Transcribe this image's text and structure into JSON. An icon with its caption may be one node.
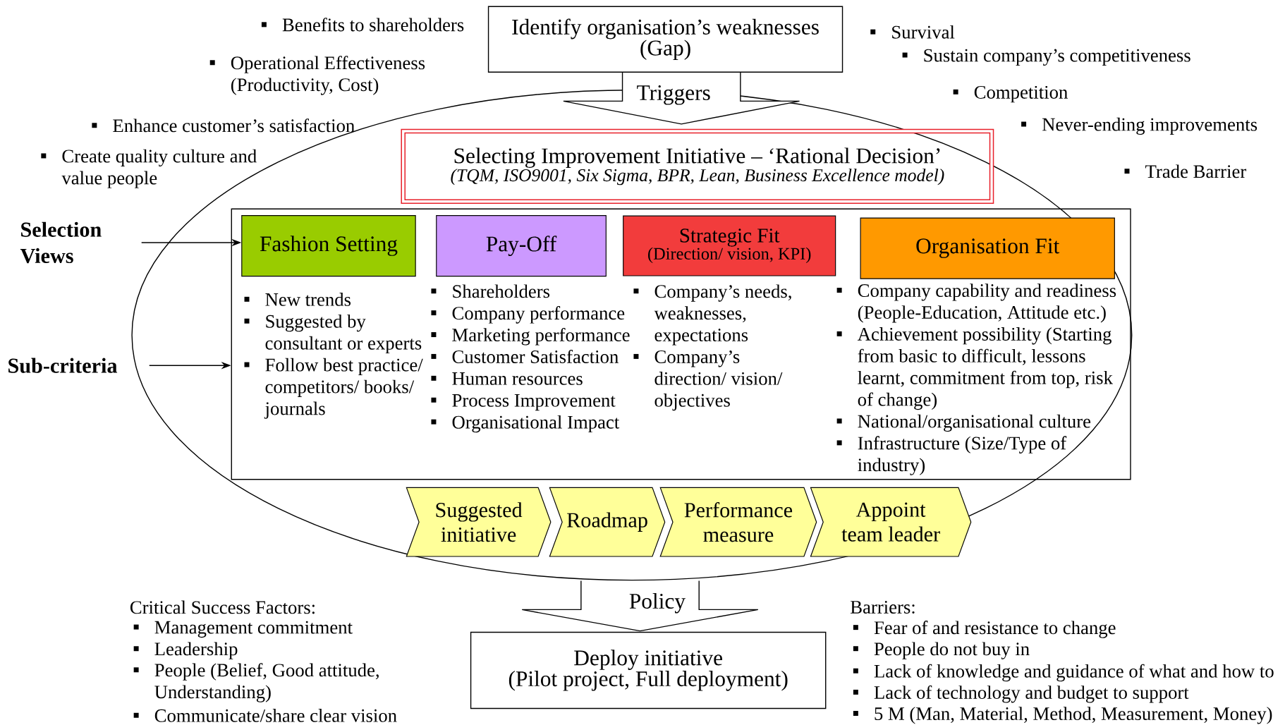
{
  "diagram": {
    "nodes": [
      {
        "text": [
          "Identify organisation’s weaknesses",
          "(Gap)"
        ]
      },
      {
        "text": [],
        "shape": "ellipse"
      },
      {
        "text": [
          "Selecting Improvement Initiative – ‘Rational Decision’",
          "(TQM, ISO9001, Six Sigma, BPR, Lean, Business Excellence model)"
        ],
        "in": 1
      },
      {
        "text": [],
        "shape": "box",
        "in": 1
      },
      {
        "text": [
          "Fashion Setting"
        ],
        "in": 3,
        "beside": [
          "New trends",
          "Suggested by consultant or experts",
          "Follow best practice/ competitors/ books/ journals"
        ]
      },
      {
        "text": [
          "Pay-Off"
        ],
        "in": 3,
        "beside": [
          "Shareholders",
          "Company performance",
          "Marketing performance",
          "Customer Satisfaction",
          "Human resources",
          "Process Improvement",
          "Organisational Impact"
        ]
      },
      {
        "text": [
          "Strategic Fit",
          "(Direction/ vision, KPI)"
        ],
        "in": 3,
        "beside": [
          "Company’s needs, weaknesses, expectations",
          "Company’s direction/ vision/ objectives"
        ]
      },
      {
        "text": [
          "Organisation Fit"
        ],
        "in": 3,
        "beside": [
          "Company capability and readiness (People-Education, Attitude etc.)",
          "Achievement possibility (Starting from basic to difficult, lessons learnt, commitment from top, risk of change)",
          "National/organisational culture",
          "Infrastructure (Size/Type of industry)"
        ]
      },
      {
        "text": [
          "Suggested initiative"
        ],
        "in": 1
      },
      {
        "text": [
          "Roadmap"
        ],
        "in": 1
      },
      {
        "text": [
          "Performance measure"
        ],
        "in": 1
      },
      {
        "text": [
          "Appoint team leader"
        ],
        "in": 1
      },
      {
        "text": [
          "Deploy initiative",
          "(Pilot project, Full deployment)"
        ]
      },
      {
        "text": [
          "Selection Views"
        ]
      },
      {
        "text": [
          "Sub-criteria"
        ]
      }
    ],
    "edges": [
      {
        "from": 0,
        "to": 2,
        "arrow": "to",
        "label": "Triggers",
        "style": "thick"
      },
      {
        "from": 1,
        "to": 12,
        "arrow": "to",
        "label": "Policy",
        "style": "thick"
      },
      {
        "from": 13,
        "to": 4,
        "arrow": "to"
      },
      {
        "from": 14,
        "to": 3,
        "arrow": "to"
      }
    ],
    "labels": [
      "Benefits to shareholders",
      "Operational Effectiveness (Productivity, Cost)",
      "Enhance customer’s satisfaction",
      "Create quality culture and value people",
      "Survival",
      "Sustain company’s competitiveness",
      "Competition",
      "Never-ending improvements",
      "Trade Barrier",
      "Critical Success Factors:",
      "Management commitment",
      "Leadership",
      "People (Belief, Good attitude, Understanding)",
      "Communicate/share clear vision",
      "Barriers:",
      "Fear of and resistance to change",
      "People do not buy in",
      "Lack of knowledge and guidance of what and how to",
      "Lack of technology and budget to support",
      "5 M (Man, Material, Method, Measurement, Money)"
    ]
  }
}
